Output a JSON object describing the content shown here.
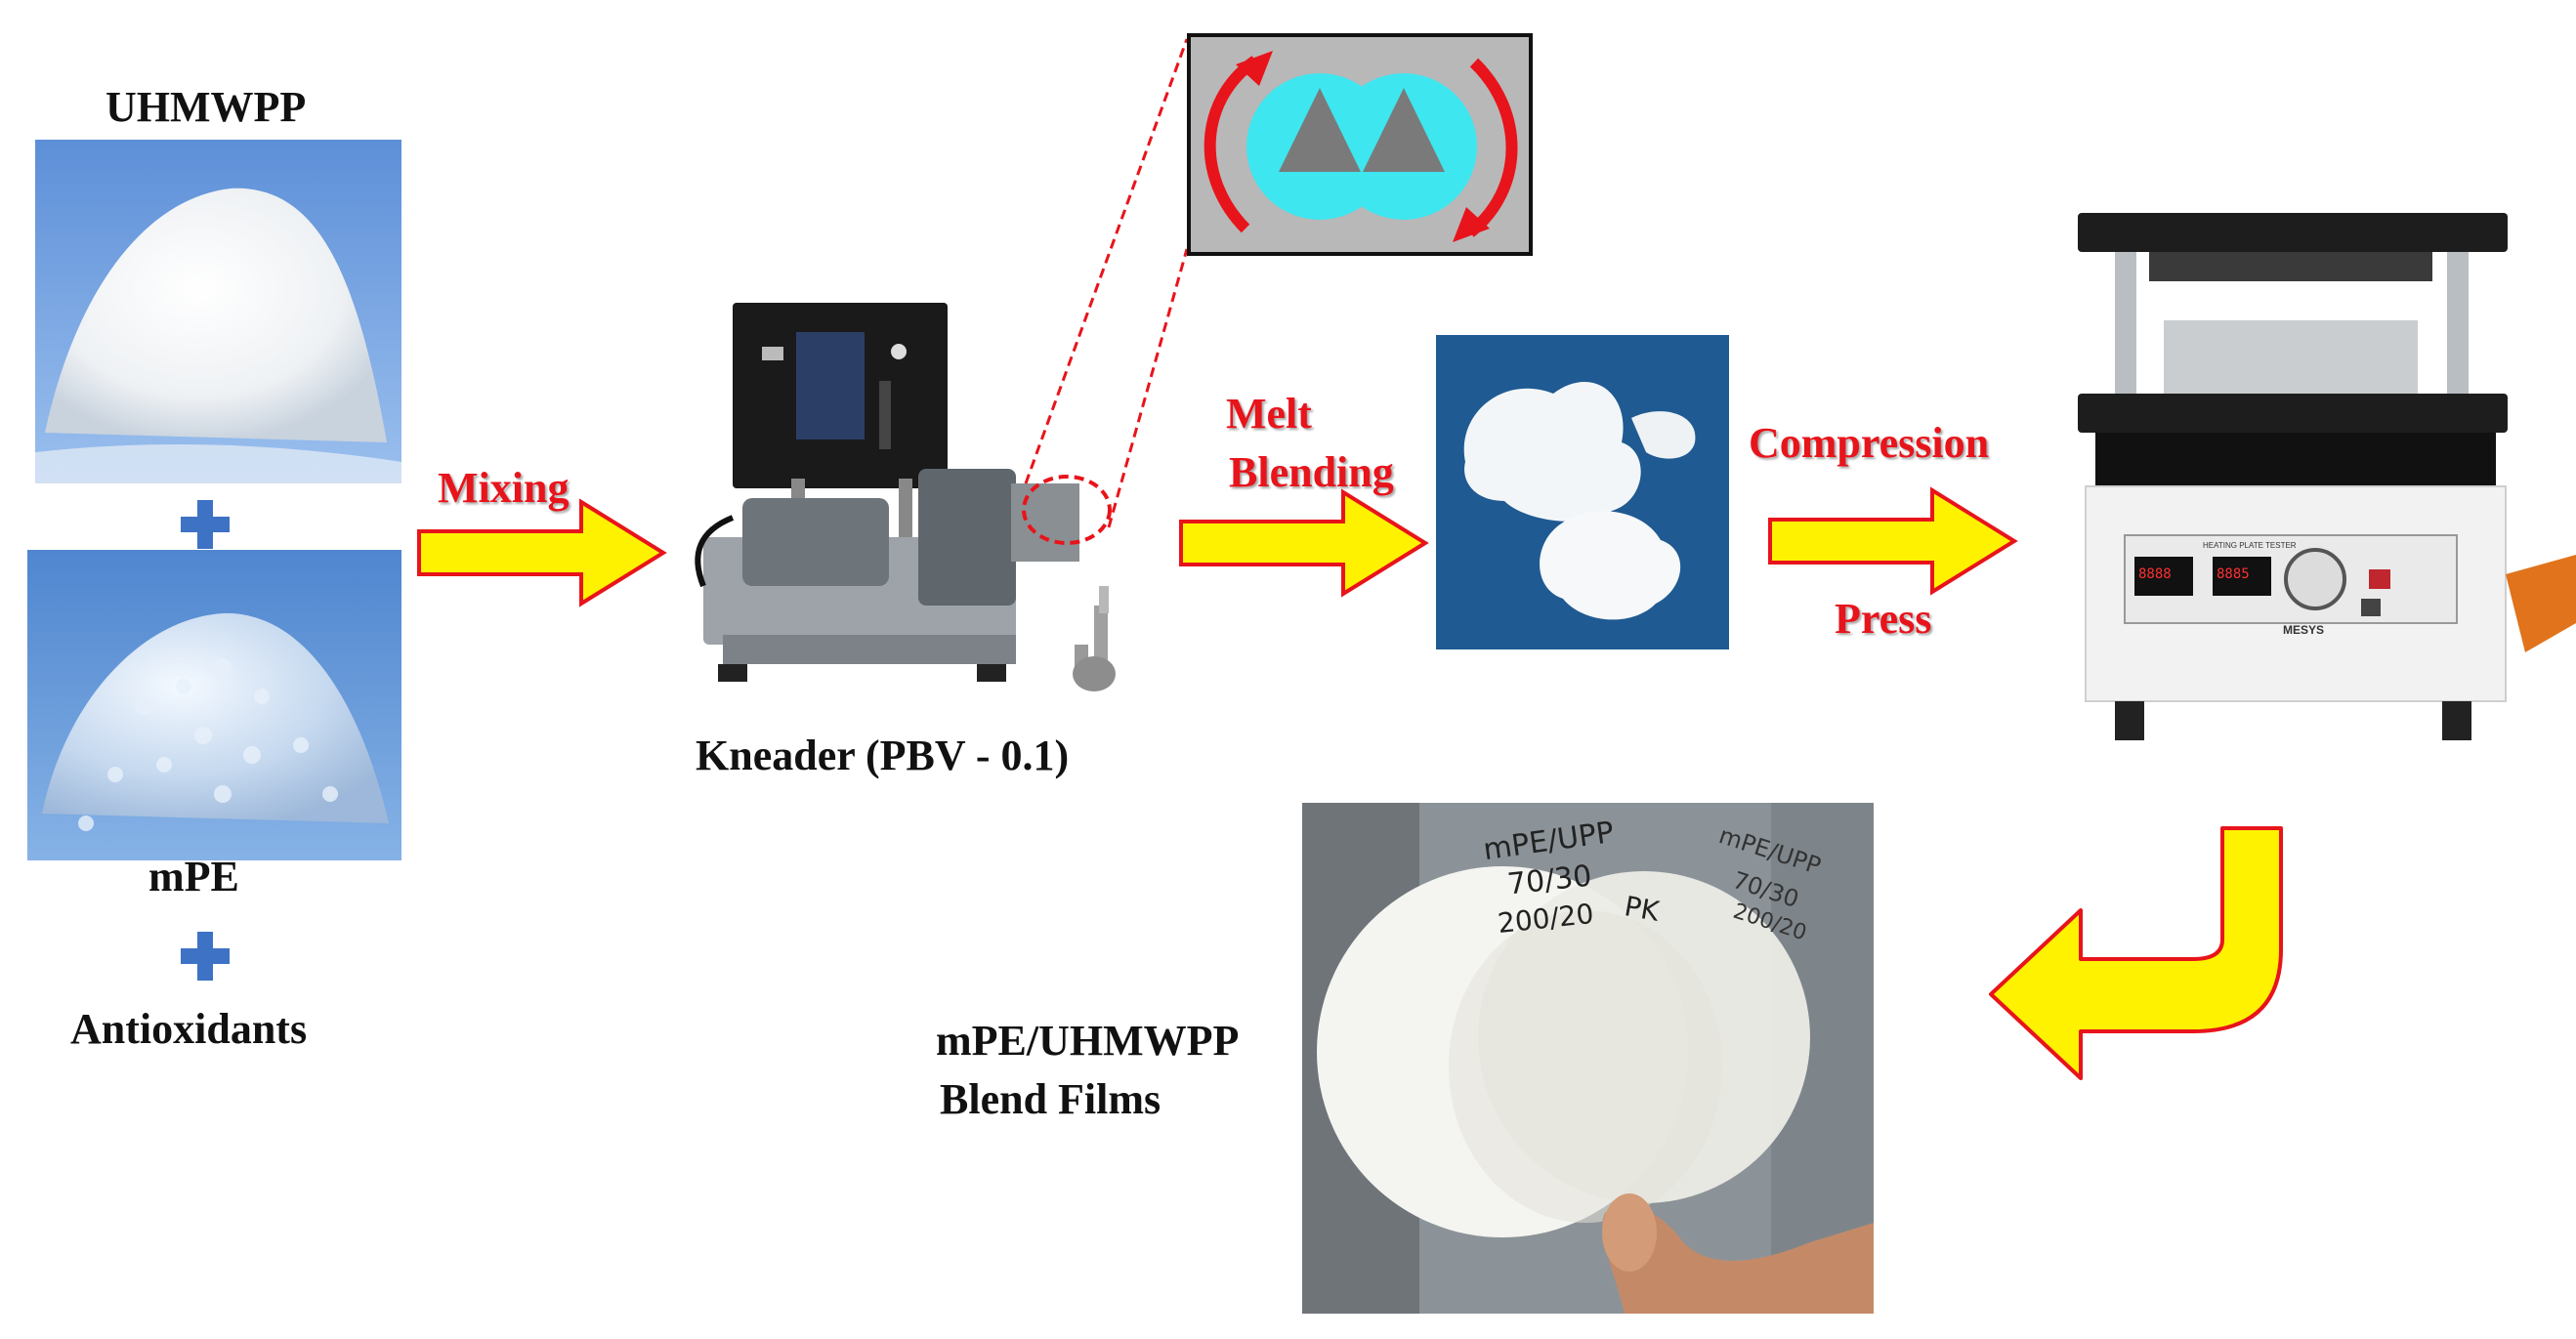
{
  "inputs": {
    "uhmwpp_label": "UHMWPP",
    "mpe_label": "mPE",
    "antioxidants_label": "Antioxidants"
  },
  "steps": {
    "mixing_label": "Mixing",
    "melt_label": "Melt",
    "blending_label": "Blending",
    "compression_label": "Compression",
    "press_label": "Press"
  },
  "kneader": {
    "caption": "Kneader (PBV - 0.1)"
  },
  "press_machine": {
    "panel_title": "HEATING PLATE TESTER",
    "brand": "MESYS",
    "display_left": "8888",
    "display_right": "8885"
  },
  "films": {
    "caption_line1": "mPE/UHMWPP",
    "caption_line2": "Blend Films",
    "note_left_1": "mPE/UPP",
    "note_left_2": "70/30",
    "note_left_3": "200/20",
    "note_left_initials": "PK",
    "note_right_1": "mPE/UPP",
    "note_right_2": "70/30",
    "note_right_3": "200/20"
  },
  "colors": {
    "arrow_fill": "#fff200",
    "arrow_stroke": "#e8141b",
    "label_red": "#e8141b",
    "plus_blue": "#3d72c4",
    "rotor_cyan": "#3ee6f0",
    "rotor_gray": "#7a7a7a"
  }
}
